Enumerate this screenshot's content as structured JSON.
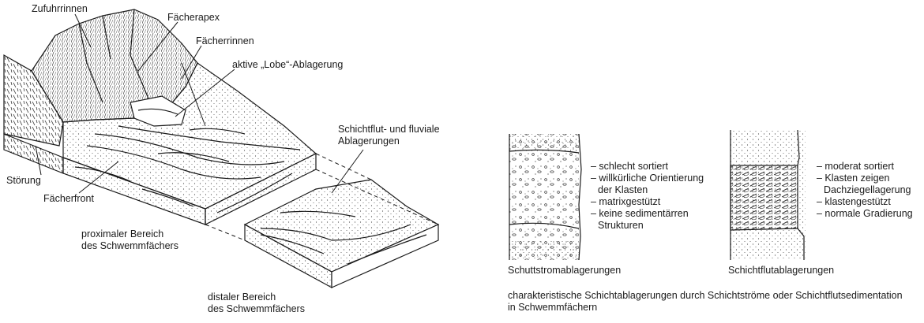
{
  "left_diagram": {
    "labels": {
      "zufuhrrinnen": "Zufuhrrinnen",
      "faecherapex": "Fächerapex",
      "faecherrinnen": "Fächerrinnen",
      "lobe": "aktive „Lobe“-Ablagerung",
      "schichtflut_1": "Schichtflut- und fluviale",
      "schichtflut_2": "Ablagerungen",
      "stoerung": "Störung",
      "faecherfront": "Fächerfront",
      "proximal_1": "proximaler Bereich",
      "proximal_2": "des Schwemmfächers",
      "distal_1": "distaler Bereich",
      "distal_2": "des Schwemmfächers"
    }
  },
  "right_diagram": {
    "schuttstrom": {
      "caption": "Schuttstromablagerungen",
      "items": [
        "– schlecht sortiert",
        "– willkürliche Orientierung",
        "der Klasten",
        "– matrixgestützt",
        "– keine sedimentärren",
        "Strukturen"
      ]
    },
    "schichtflut": {
      "caption": "Schichtflutablagerungen",
      "items": [
        "– moderat sortiert",
        "– Klasten zeigen",
        "Dachziegellagerung",
        "– klastengestützt",
        "– normale Gradierung"
      ]
    },
    "caption_1": "charakteristische Schichtablagerungen durch Schichtströme oder Schichtflutsedimentation",
    "caption_2": "in Schwemmfächern"
  }
}
